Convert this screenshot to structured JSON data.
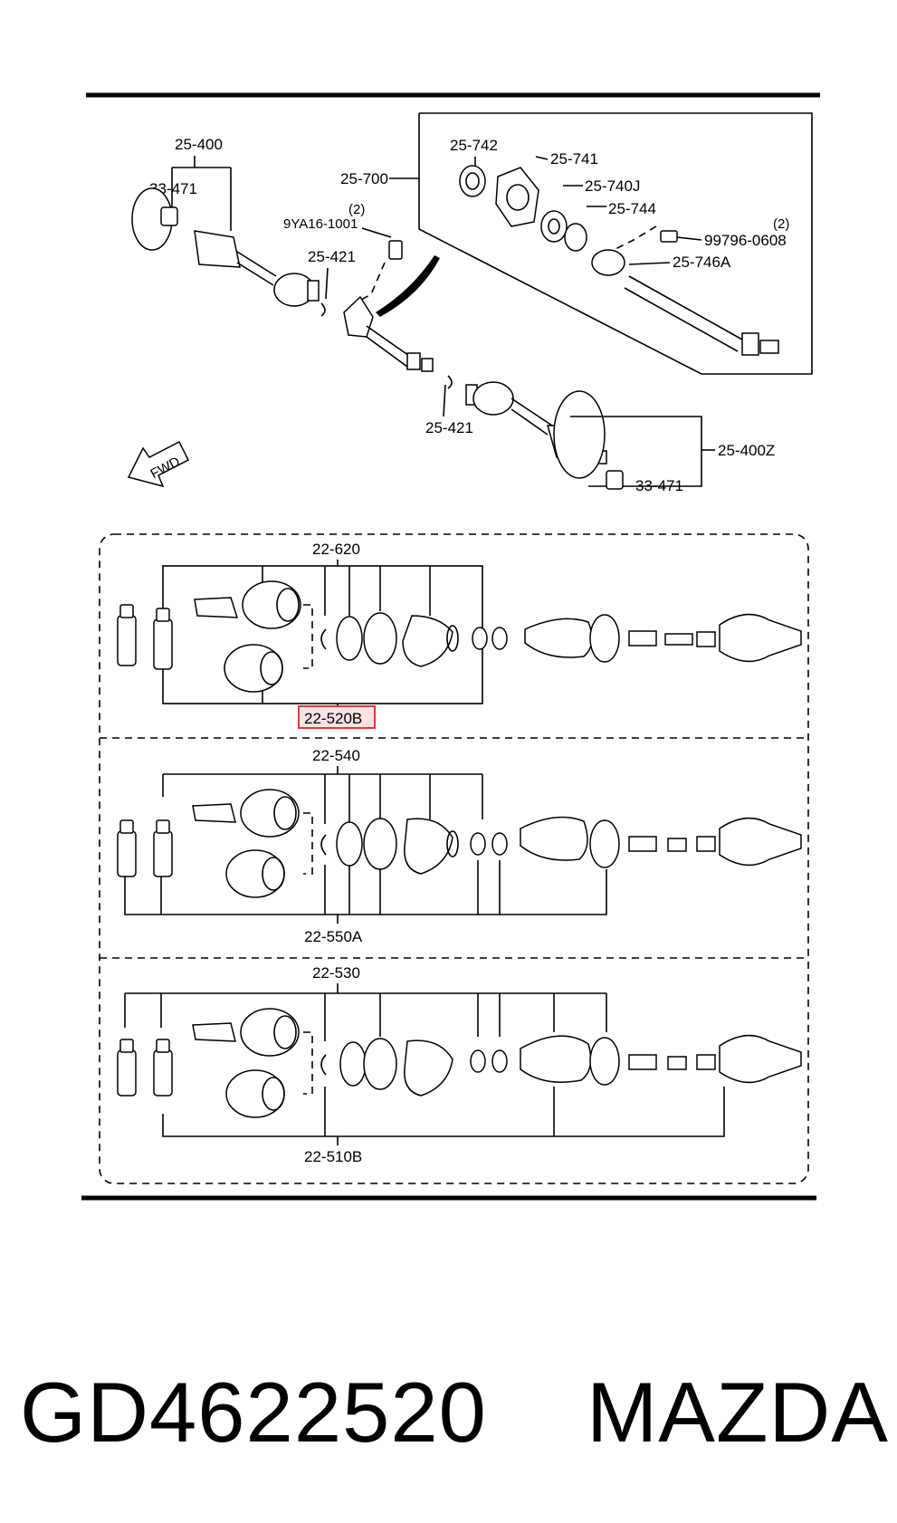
{
  "labels": {
    "p25_400": "25-400",
    "p33_471_top": "33-471",
    "p25_700": "25-700",
    "p9ya16_qty": "(2)",
    "p9ya16": "9YA16-1001",
    "p25_421_top": "25-421",
    "p25_742": "25-742",
    "p25_741": "25-741",
    "p25_740j": "25-740J",
    "p25_744": "25-744",
    "p99796_qty": "(2)",
    "p99796": "99796-0608",
    "p25_746a": "25-746A",
    "p25_421_bot": "25-421",
    "p25_400z": "25-400Z",
    "p33_471_bot": "33-471",
    "fwd": "FWD",
    "p22_620": "22-620",
    "p22_520b": "22-520B",
    "p22_540": "22-540",
    "p22_550a": "22-550A",
    "p22_530": "22-530",
    "p22_510b": "22-510B"
  },
  "caption": {
    "part_number": "GD4622520",
    "brand": "MAZDA"
  },
  "colors": {
    "highlight": "#e0383a",
    "highlight_fill": "#fbe3e3"
  }
}
